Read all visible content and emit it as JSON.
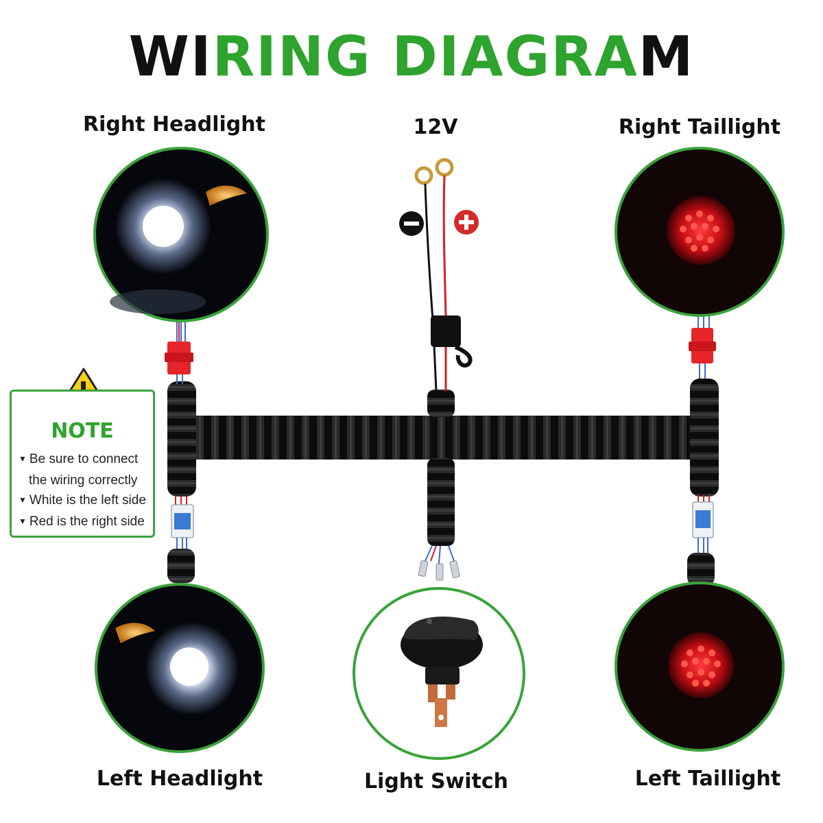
{
  "title": {
    "part1": "WI",
    "part2": "RING DIAGRA",
    "part3": "M"
  },
  "labels": {
    "right_headlight": "Right Headlight",
    "voltage": "12V",
    "right_taillight": "Right Taillight",
    "left_headlight": "Left Headlight",
    "light_switch": "Light Switch",
    "left_taillight": "Left Taillight"
  },
  "polarity": {
    "negative": "−",
    "positive": "+"
  },
  "note": {
    "title": "NOTE",
    "lines": [
      "Be sure to connect",
      "the wiring correctly",
      "White is the left side",
      "Red is the right side"
    ]
  },
  "colors": {
    "accent_green": "#2ea32e",
    "title_black": "#111111",
    "tail_red": "#e0141e",
    "head_white": "#ffffff",
    "warning_yellow": "#f7d117"
  },
  "icons": [
    "warning-icon",
    "bullet-arrow-icon"
  ]
}
